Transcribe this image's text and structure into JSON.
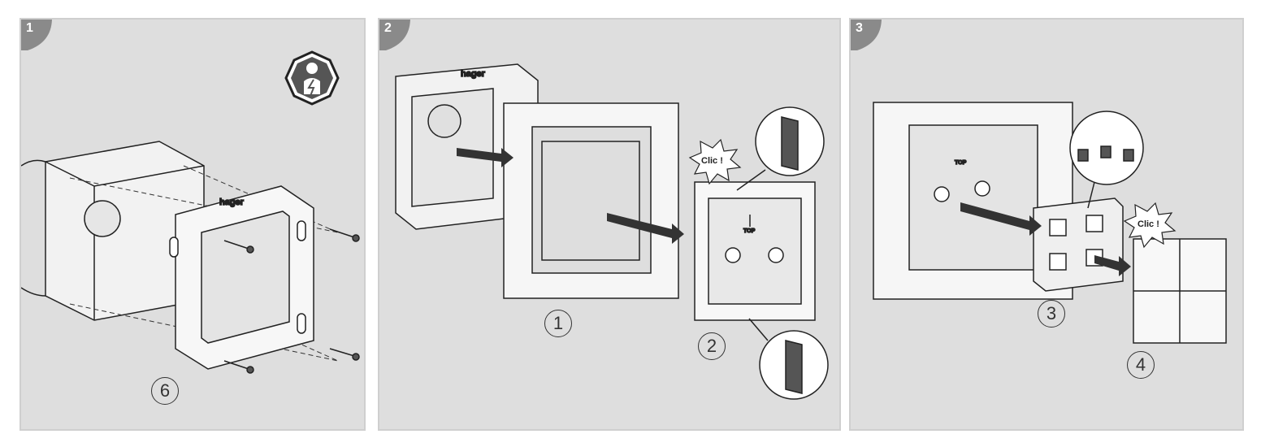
{
  "steps": [
    {
      "number": "1",
      "callout": "6"
    },
    {
      "number": "2",
      "callouts": [
        "1",
        "2"
      ],
      "snap_label": "Clic !"
    },
    {
      "number": "3",
      "callouts": [
        "3",
        "4"
      ],
      "snap_label": "Clic !"
    }
  ],
  "brand": "hager",
  "top_marker": "TOP",
  "colors": {
    "panel": "#dedede",
    "tab": "#8a8a8a",
    "line": "#222222",
    "arrow": "#333333"
  },
  "icons": {
    "electrician": "qualified-electrician-icon"
  }
}
